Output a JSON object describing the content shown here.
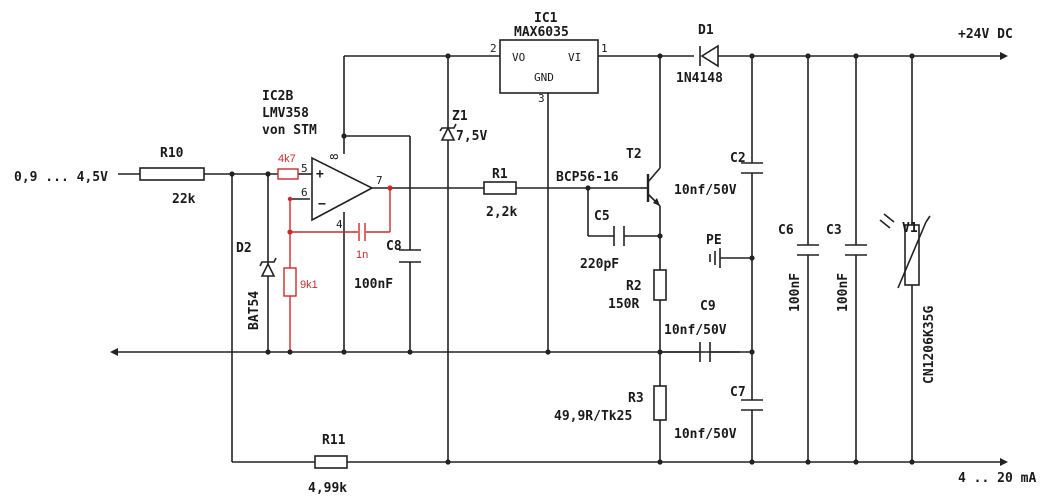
{
  "labels": {
    "input": "0,9 ... 4,5V",
    "output_v": "+24V DC",
    "output_i": "4 .. 20 mA",
    "r10_ref": "R10",
    "r10_val": "22k",
    "r11_ref": "R11",
    "r11_val": "4,99k",
    "r1_ref": "R1",
    "r1_val": "2,2k",
    "r2_ref": "R2",
    "r2_val": "150R",
    "r3_ref": "R3",
    "r3_val": "49,9R/Tk25",
    "ic2_ref": "IC2B",
    "ic2_type": "LMV358",
    "ic2_vendor": "von STM",
    "ic1_ref": "IC1",
    "ic1_type": "MAX6035",
    "ic1_vo": "VO",
    "ic1_vi": "VI",
    "ic1_gnd": "GND",
    "d1_ref": "D1",
    "d1_val": "1N4148",
    "d2_ref": "D2",
    "d2_val": "BAT54",
    "z1_ref": "Z1",
    "z1_val": "7,5V",
    "t2_ref": "T2",
    "t2_val": "BCP56-16",
    "c2_ref": "C2",
    "c2_val": "10nf/50V",
    "c3_ref": "C3",
    "c3_val": "100nF",
    "c5_ref": "C5",
    "c5_val": "220pF",
    "c6_ref": "C6",
    "c6_val": "100nF",
    "c7_ref": "C7",
    "c7_val": "10nf/50V",
    "c8_ref": "C8",
    "c8_val": "100nF",
    "c9_ref": "C9",
    "c9_val": "10nf/50V",
    "v1_ref": "V1",
    "v1_val": "CN1206K35G",
    "pe": "PE",
    "r_4k7": "4k7",
    "r_9k1": "9k1",
    "c_1n": "1n",
    "pin_ic1_2": "2",
    "pin_ic1_1": "1",
    "pin_ic1_3": "3",
    "pin_op_5": "5",
    "pin_op_6": "6",
    "pin_op_7": "7",
    "pin_op_8": "8",
    "pin_op_4": "4",
    "op_plus": "+",
    "op_minus": "−"
  }
}
